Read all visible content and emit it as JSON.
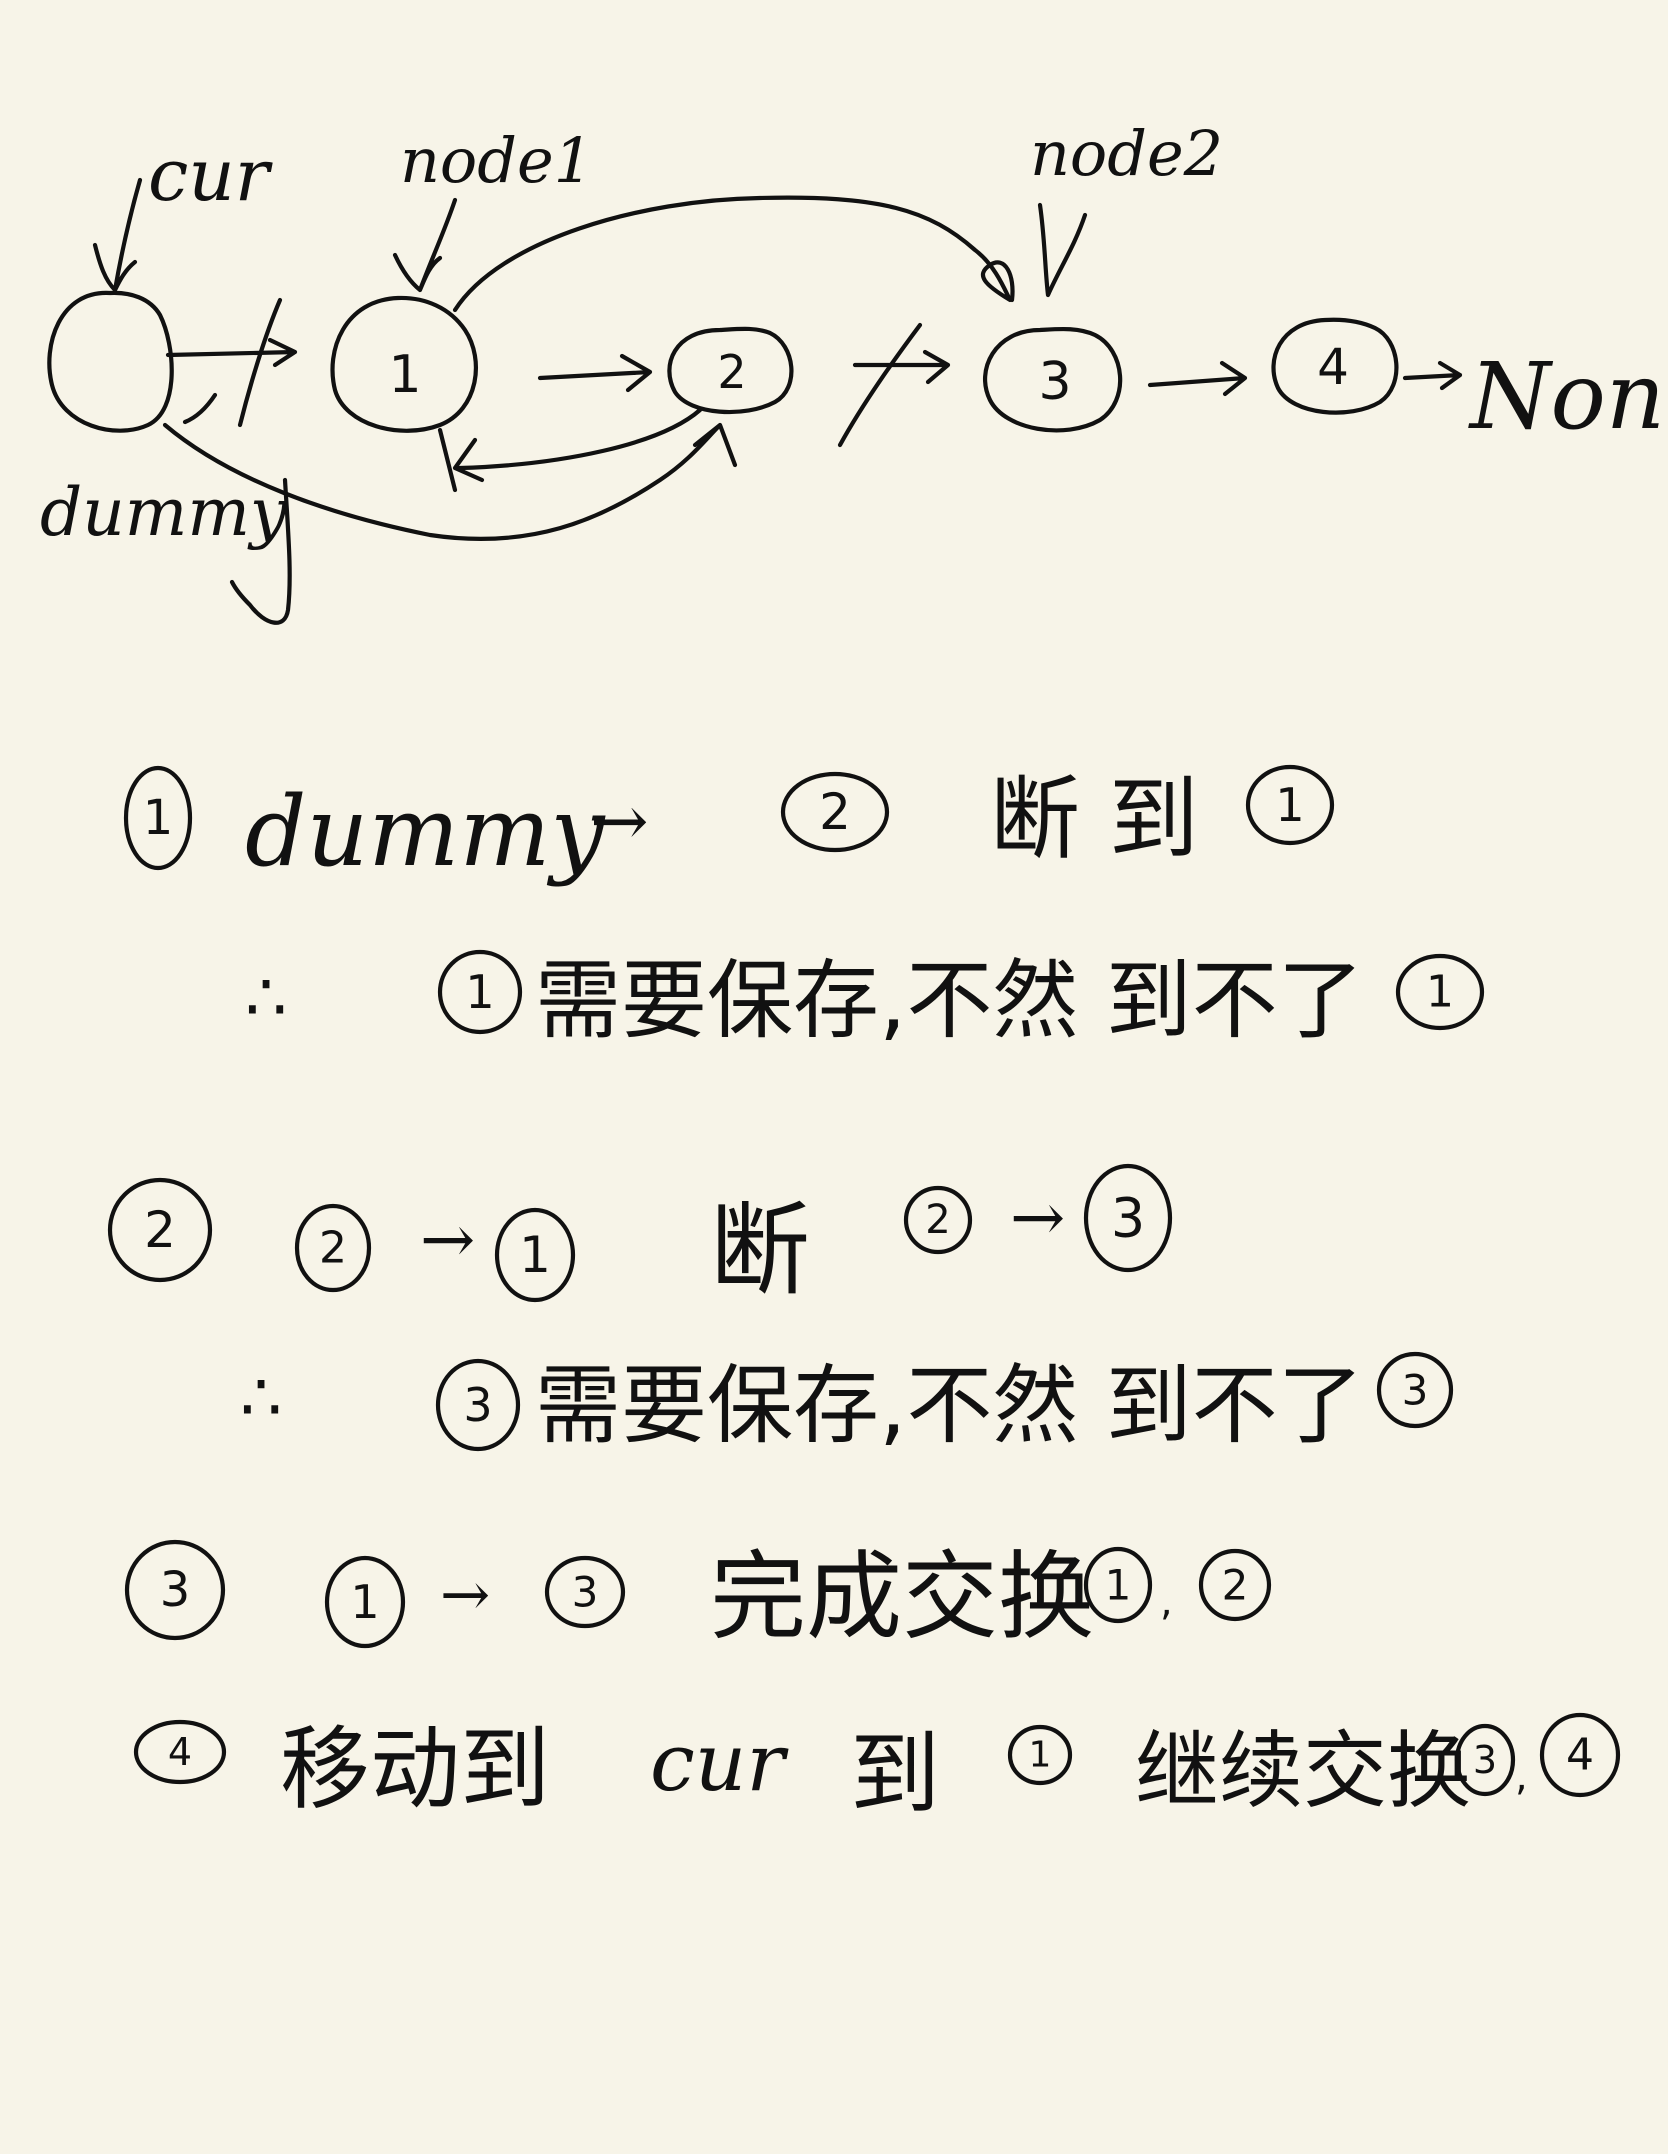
{
  "diagram": {
    "labels": {
      "cur": "cur",
      "node1": "node1",
      "node2": "node2",
      "dummy": "dummy",
      "none": "None"
    },
    "nodes": [
      "1",
      "2",
      "3",
      "4"
    ]
  },
  "notes": [
    {
      "step": "1",
      "line1": {
        "from": "dummy",
        "arrow": "→",
        "to": "2",
        "text": "断 到",
        "target": "1"
      },
      "line2": {
        "prefix": "∴",
        "node": "1",
        "text": "需要保存,不然 到不了",
        "target": "1"
      }
    },
    {
      "step": "2",
      "line1": {
        "from": "2",
        "arrow": "→",
        "to": "1",
        "text": "断",
        "from2": "2",
        "arrow2": "→",
        "to2": "3"
      },
      "line2": {
        "prefix": "∴",
        "node": "3",
        "text": "需要保存,不然 到不了",
        "target": "3"
      }
    },
    {
      "step": "3",
      "line1": {
        "from": "1",
        "arrow": "→",
        "to": "3",
        "text": "完成交换",
        "a": "1",
        "b": "2"
      }
    },
    {
      "step": "4",
      "line1": {
        "text": "移动到",
        "var": "cur",
        "text2": "到",
        "node": "1",
        "text3": "继续交换",
        "a": "3",
        "b": "4"
      }
    }
  ]
}
